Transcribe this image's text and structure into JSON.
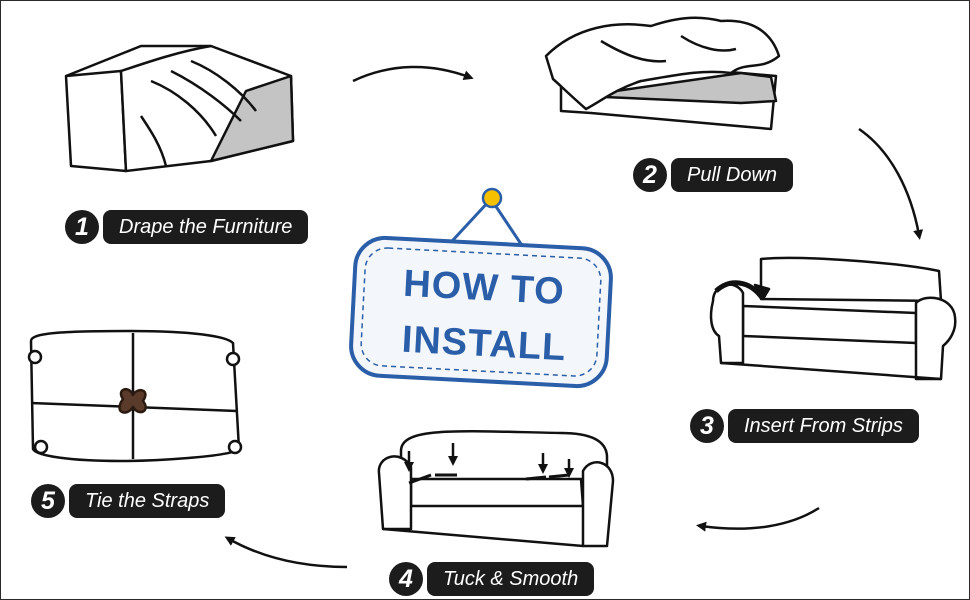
{
  "sign": {
    "line1": "HOW TO",
    "line2": "INSTALL"
  },
  "steps": [
    {
      "number": "1",
      "label": "Drape the Furniture"
    },
    {
      "number": "2",
      "label": "Pull Down"
    },
    {
      "number": "3",
      "label": "Insert From Strips"
    },
    {
      "number": "4",
      "label": "Tuck & Smooth"
    },
    {
      "number": "5",
      "label": "Tie the Straps"
    }
  ],
  "colors": {
    "label_bg": "#1c1c1c",
    "sign_border": "#2a5ea8",
    "sign_fill": "#f3f6fb",
    "hanger_pin": "#f5c000",
    "cushion_gray": "#c4c4c4"
  }
}
